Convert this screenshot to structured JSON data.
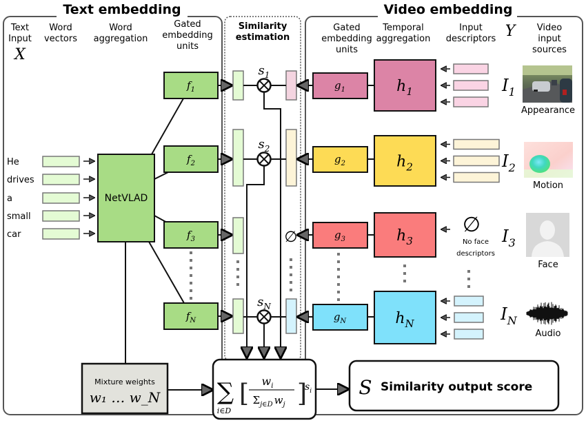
{
  "titles": {
    "text_embedding": "Text embedding",
    "video_embedding": "Video embedding",
    "similarity_estimation_line1": "Similarity",
    "similarity_estimation_line2": "estimation"
  },
  "text_column_headers": {
    "text_input": [
      "Text",
      "Input"
    ],
    "text_input_symbol": "X",
    "word_vectors": [
      "Word",
      "vectors"
    ],
    "word_aggregation": [
      "Word",
      "aggregation"
    ],
    "gated_units": [
      "Gated",
      "embedding",
      "units"
    ]
  },
  "video_column_headers": {
    "gated_units": [
      "Gated",
      "embedding",
      "units"
    ],
    "temporal_aggregation": [
      "Temporal",
      "aggregation"
    ],
    "input_descriptors": [
      "Input",
      "descriptors"
    ],
    "video_symbol": "Y",
    "video_input_sources": [
      "Video",
      "input",
      "sources"
    ]
  },
  "words": [
    "He",
    "drives",
    "a",
    "small",
    "car"
  ],
  "netvlad_label": "NetVLAD",
  "text_gated_units": [
    {
      "label": "f",
      "sub": "1"
    },
    {
      "label": "f",
      "sub": "2"
    },
    {
      "label": "f",
      "sub": "3"
    },
    {
      "label": "f",
      "sub": "N"
    }
  ],
  "similarity_nodes": [
    {
      "label": "s",
      "sub": "1"
    },
    {
      "label": "s",
      "sub": "2"
    },
    {
      "label": "s",
      "sub": "N"
    }
  ],
  "missing_symbol": "∅",
  "experts": [
    {
      "g": "g",
      "g_sub": "1",
      "h": "h",
      "h_sub": "1",
      "input": "I",
      "input_sub": "1",
      "source": "Appearance",
      "color": "#dc84a6",
      "desc_color": "#fad4e4",
      "embed_color": "#f4d4e0",
      "has_descriptors": true
    },
    {
      "g": "g",
      "g_sub": "2",
      "h": "h",
      "h_sub": "2",
      "input": "I",
      "input_sub": "2",
      "source": "Motion",
      "color": "#fddb55",
      "desc_color": "#fdf4d8",
      "embed_color": "#fdf4d8",
      "has_descriptors": true
    },
    {
      "g": "g",
      "g_sub": "3",
      "h": "h",
      "h_sub": "3",
      "input": "I",
      "input_sub": "3",
      "source": "Face",
      "color": "#fa7c7c",
      "desc_color": "",
      "embed_color": "",
      "has_descriptors": false,
      "no_descriptors_label": [
        "No face",
        "descriptors"
      ]
    },
    {
      "g": "g",
      "g_sub": "N",
      "h": "h",
      "h_sub": "N",
      "input": "I",
      "input_sub": "N",
      "source": "Audio",
      "color": "#7fe1fb",
      "desc_color": "#d4f3fd",
      "embed_color": "#d4f3fd",
      "has_descriptors": true
    }
  ],
  "mixture": {
    "label": "Mixture weights",
    "weights": "w₁ … w_N"
  },
  "formula": {
    "sum_sub": "i∈D",
    "numerator": "w",
    "numerator_sub": "i",
    "denominator": "Σ",
    "denominator_sub": "j∈D",
    "denominator_w": "w",
    "denominator_w_sub": "j",
    "s": "s",
    "s_sub": "i"
  },
  "output": {
    "symbol": "S",
    "label": "Similarity output score"
  },
  "colors": {
    "text_green": "#a8dc85",
    "word_vector_fill": "#e4fbd4",
    "mixture_fill": "#e2e2dc",
    "frame": "#555555"
  }
}
